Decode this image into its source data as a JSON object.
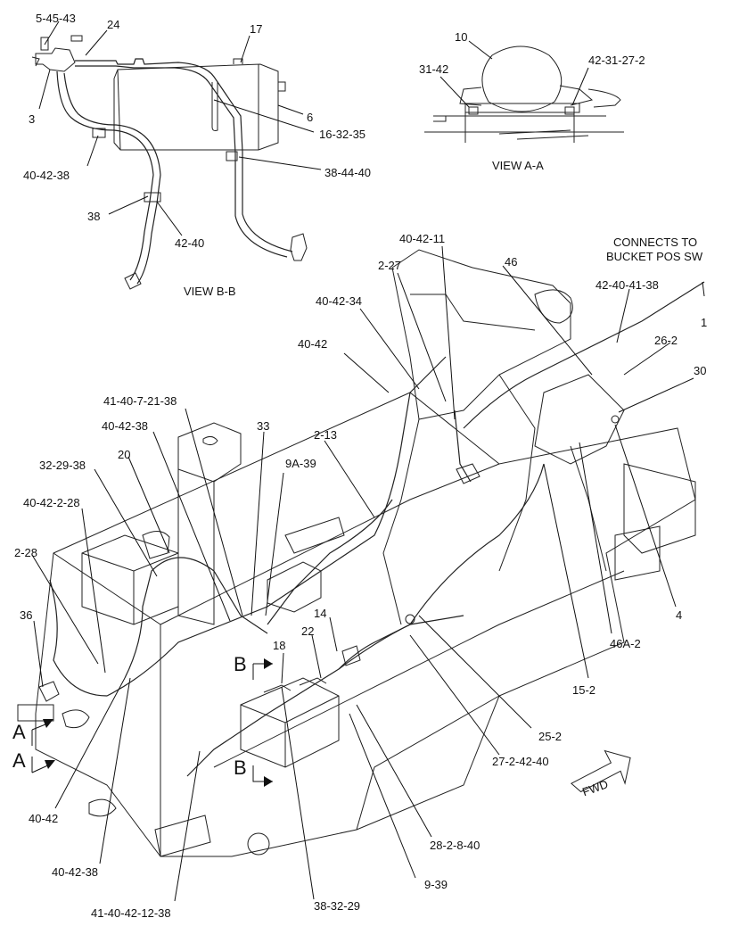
{
  "view_bb": {
    "title": "VIEW  B-B",
    "labels": [
      "5-45-43",
      "24",
      "17",
      "3",
      "6",
      "16-32-35",
      "40-42-38",
      "38-44-40",
      "38",
      "42-40"
    ]
  },
  "view_aa": {
    "title": "VIEW  A-A",
    "labels": [
      "10",
      "31-42",
      "42-31-27-2"
    ]
  },
  "connects_note": "CONNECTS TO\nBUCKET POS SW",
  "connects_line1": "CONNECTS TO",
  "connects_line2": "BUCKET POS SW",
  "main_labels": [
    "40-42-11",
    "2-27",
    "46",
    "42-40-41-38",
    "1",
    "40-42-34",
    "26-2",
    "40-42",
    "30",
    "41-40-7-21-38",
    "33",
    "2-13",
    "40-42-38",
    "9A-39",
    "32-29-38",
    "20",
    "40-42-2-28",
    "2-28",
    "36",
    "14",
    "22",
    "18",
    "4",
    "46A-2",
    "25-2",
    "15-2",
    "27-2-42-40",
    "40-42",
    "28-2-8-40",
    "40-42-38",
    "9-39",
    "41-40-42-12-38",
    "38-32-29"
  ],
  "section_marks": [
    "B",
    "B",
    "A",
    "A"
  ],
  "fwd": "FWD"
}
